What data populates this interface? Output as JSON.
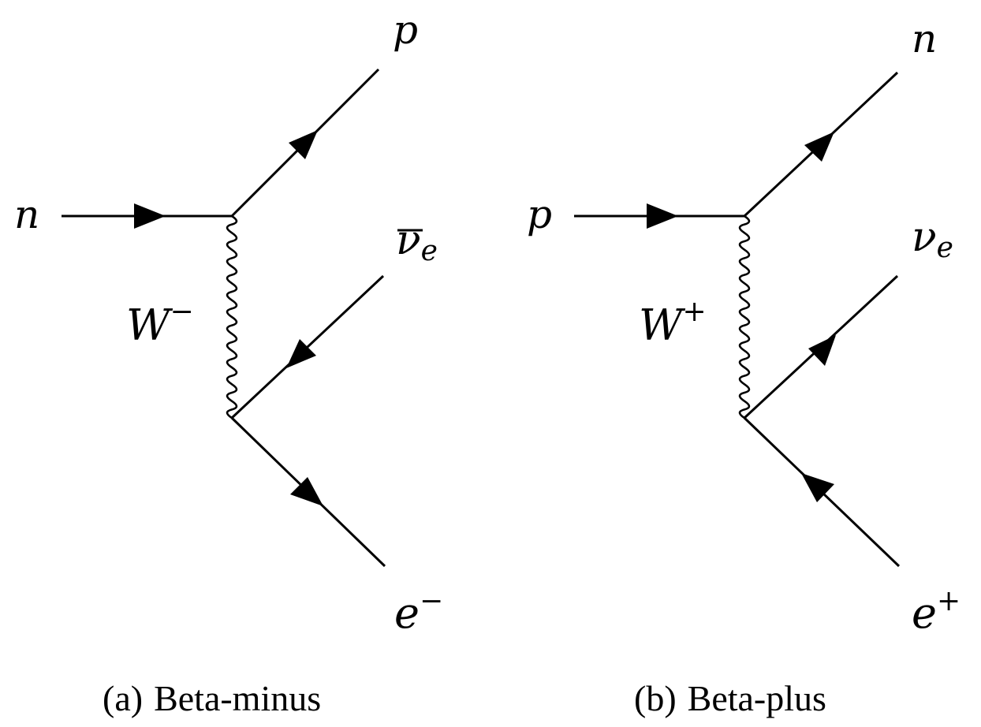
{
  "diagrams": [
    {
      "caption_tag": "(a)",
      "caption_text": "Beta-minus",
      "incoming": "n",
      "outgoing_top": "p",
      "boson_base": "W",
      "boson_charge": "−",
      "lepton_mid_base": "ν",
      "lepton_mid_sub": "e",
      "lepton_mid_bar": true,
      "lepton_bottom_base": "e",
      "lepton_bottom_charge": "−"
    },
    {
      "caption_tag": "(b)",
      "caption_text": "Beta-plus",
      "incoming": "p",
      "outgoing_top": "n",
      "boson_base": "W",
      "boson_charge": "+",
      "lepton_mid_base": "ν",
      "lepton_mid_sub": "e",
      "lepton_mid_bar": false,
      "lepton_bottom_base": "e",
      "lepton_bottom_charge": "+"
    }
  ]
}
